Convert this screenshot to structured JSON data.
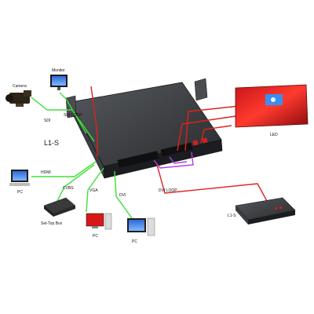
{
  "devices": {
    "camera": "Camera",
    "monitor": "Monitor",
    "main_unit": "L1-S",
    "led": "LED",
    "pc_hdmi": "PC",
    "settop": "Set-Top Box",
    "pc_vga": "PC",
    "pc_dvi": "PC",
    "cascade_unit": "L1-S"
  },
  "connections": {
    "sdi": "SDI",
    "sdi_loop": "SDI LOOP",
    "hdmi": "HDMI",
    "cvbs": "CVBS",
    "vga": "VGA",
    "dvi": "DVI",
    "dvi_loop": "DVI LOOP"
  },
  "colors": {
    "input_cable": "#3ee03a",
    "output_cable": "#e0201c",
    "loop_cable": "#b040e0",
    "chassis": "#2b2d30"
  }
}
